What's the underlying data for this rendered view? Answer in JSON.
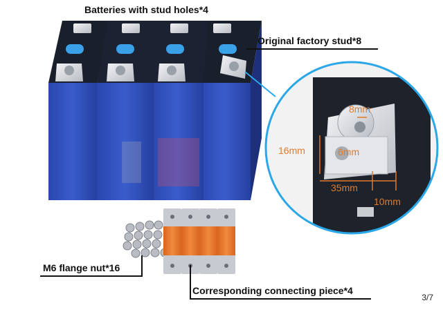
{
  "labels": {
    "top": "Batteries with stud holes*4",
    "stud": "Original factory stud*8",
    "nut": "M6 flange nut*16",
    "connector": "Corresponding connecting piece*4"
  },
  "dimensions": {
    "d8": "8mm",
    "d16": "16mm",
    "d6": "6mm",
    "d35": "35mm",
    "d10": "10mm"
  },
  "page": "3/7",
  "colors": {
    "battery_blue": "#2f4fb8",
    "battery_top": "#1c2230",
    "terminal_silver": "#d8dbe0",
    "copper": "#e8732a",
    "magnifier_ring": "#2aa7e8",
    "dimension_orange": "#e07a2a"
  }
}
